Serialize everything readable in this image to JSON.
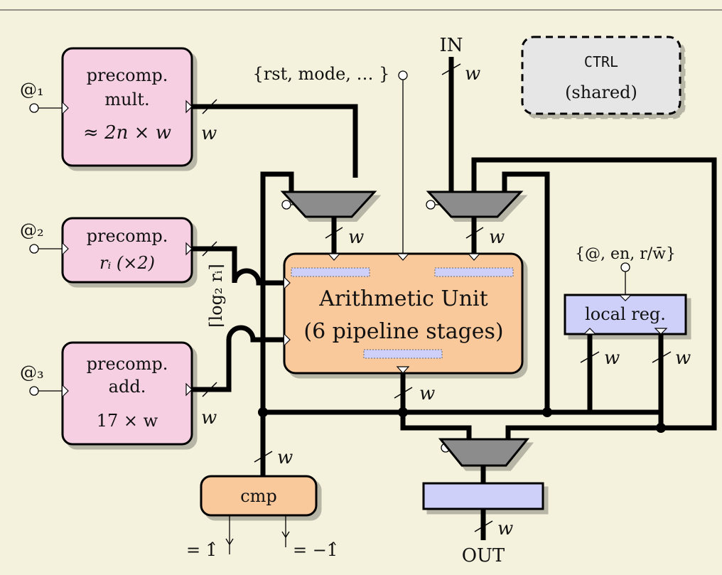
{
  "colors": {
    "background": "#f4f1dc",
    "precomp_fill": "#f6d0e2",
    "unit_fill": "#f9c89b",
    "reg_fill": "#cfd0fa",
    "mux_fill": "#8c8c8c",
    "ctrl_fill": "#e6e6e6",
    "wire": "#000000"
  },
  "blocks": {
    "precomp_mult": {
      "line1": "precomp.",
      "line2": "mult.",
      "line3": "≈ 2n × w",
      "addr": "@₁"
    },
    "precomp_ri": {
      "line1": "precomp.",
      "line2": "rᵢ (×2)",
      "addr": "@₂"
    },
    "precomp_add": {
      "line1": "precomp.",
      "line2": "add.",
      "line3": "17 × w",
      "addr": "@₃"
    },
    "arith": {
      "line1": "Arithmetic Unit",
      "line2": "(6 pipeline stages)"
    },
    "local_reg": {
      "label": "local reg.",
      "control": "{@, en, r/w̄}"
    },
    "ctrl": {
      "line1": "CTRL",
      "line2": "(shared)"
    },
    "cmp": {
      "label": "cmp",
      "out_left": "= 1̂",
      "out_right": "= −1̂"
    }
  },
  "signals": {
    "control_bus": "{rst, mode, … }",
    "input": "IN",
    "output": "OUT",
    "width": "w",
    "log_width": "⌈log₂ rᵢ⌉"
  }
}
